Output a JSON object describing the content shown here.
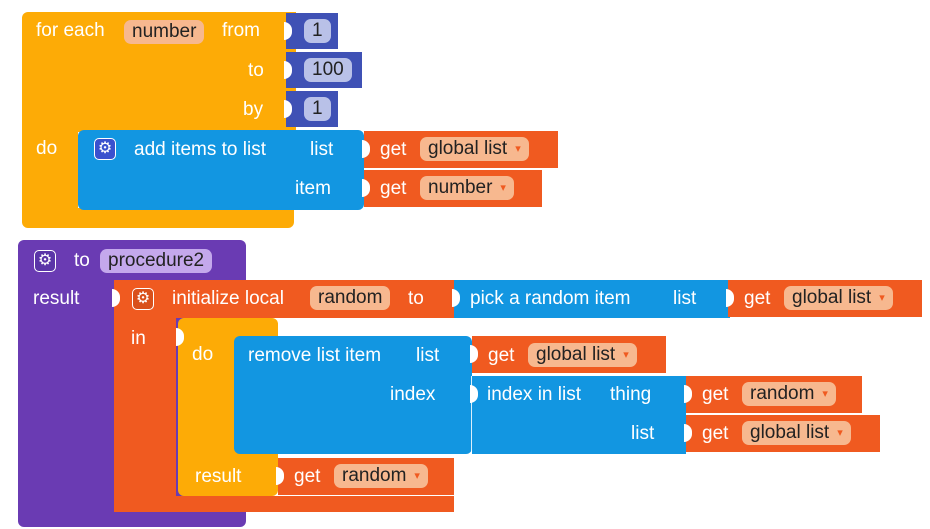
{
  "for_each": {
    "label_for_each": "for each",
    "var_name": "number",
    "label_from": "from",
    "from_value": "1",
    "label_to": "to",
    "to_value": "100",
    "label_by": "by",
    "by_value": "1",
    "label_do": "do"
  },
  "add_items": {
    "label": "add items to list",
    "label_list": "list",
    "list_get": "get",
    "list_var": "global list",
    "label_item": "item",
    "item_get": "get",
    "item_var": "number"
  },
  "procedure": {
    "label_to": "to",
    "name": "procedure2",
    "label_result": "result"
  },
  "init_local": {
    "label": "initialize local",
    "var_name": "random",
    "label_to": "to",
    "label_in": "in"
  },
  "pick_random": {
    "label": "pick a random item",
    "label_list": "list",
    "get": "get",
    "var": "global list"
  },
  "do_result": {
    "label_do": "do",
    "label_result": "result",
    "get": "get",
    "var": "random"
  },
  "remove_item": {
    "label": "remove list item",
    "label_list": "list",
    "list_get": "get",
    "list_var": "global list",
    "label_index": "index"
  },
  "index_in_list": {
    "label": "index in list",
    "label_thing": "thing",
    "thing_get": "get",
    "thing_var": "random",
    "label_list": "list",
    "list_get": "get",
    "list_var": "global list"
  },
  "icons": {
    "dropdown": "▾",
    "gear": "⚙"
  },
  "colors": {
    "control": "#fdab06",
    "procedure": "#6a3bb3",
    "variable": "#f05a20",
    "list": "#1296e1",
    "math": "#3f51b5"
  }
}
